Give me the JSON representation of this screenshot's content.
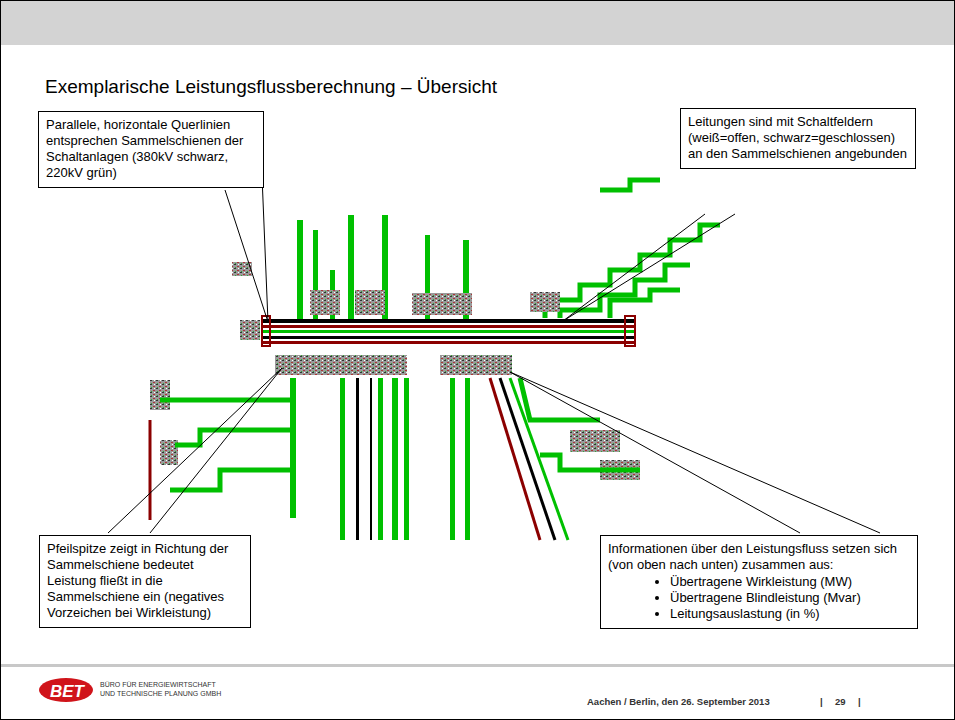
{
  "diagram": {
    "title": "Exemplarische Leistungsflussberechnung – Übersicht",
    "nodes": [
      {
        "text": [
          "Parallele, horizontale Querlinien entsprechen Sammelschienen der Schaltanlagen (380kV schwarz, 220kV grün)"
        ]
      },
      {
        "text": [
          "Leitungen sind mit Schaltfeldern (weiß=offen, schwarz=geschlossen) an den Sammelschienen angebunden"
        ]
      },
      {
        "text": [
          "Pfeilspitze zeigt in Richtung der Sammelschiene bedeutet Leistung fließt in die Sammelschiene ein (negatives Vorzeichen bei Wirkleistung)"
        ]
      },
      {
        "text": [
          "Informationen über den Leistungsfluss setzen sich (von oben nach unten) zusammen aus:",
          "Übertragene Wirkleistung (MW)",
          "Übertragene Blindleistung (Mvar)",
          "Leitungsauslastung (in %)"
        ]
      }
    ],
    "labels": [
      "BET",
      "BÜRO FÜR ENERGIEWIRTSCHAFT",
      "UND TECHNISCHE PLANUNG GMBH",
      "Aachen / Berlin, den 26. September 2013",
      "|",
      "29",
      "|"
    ]
  }
}
